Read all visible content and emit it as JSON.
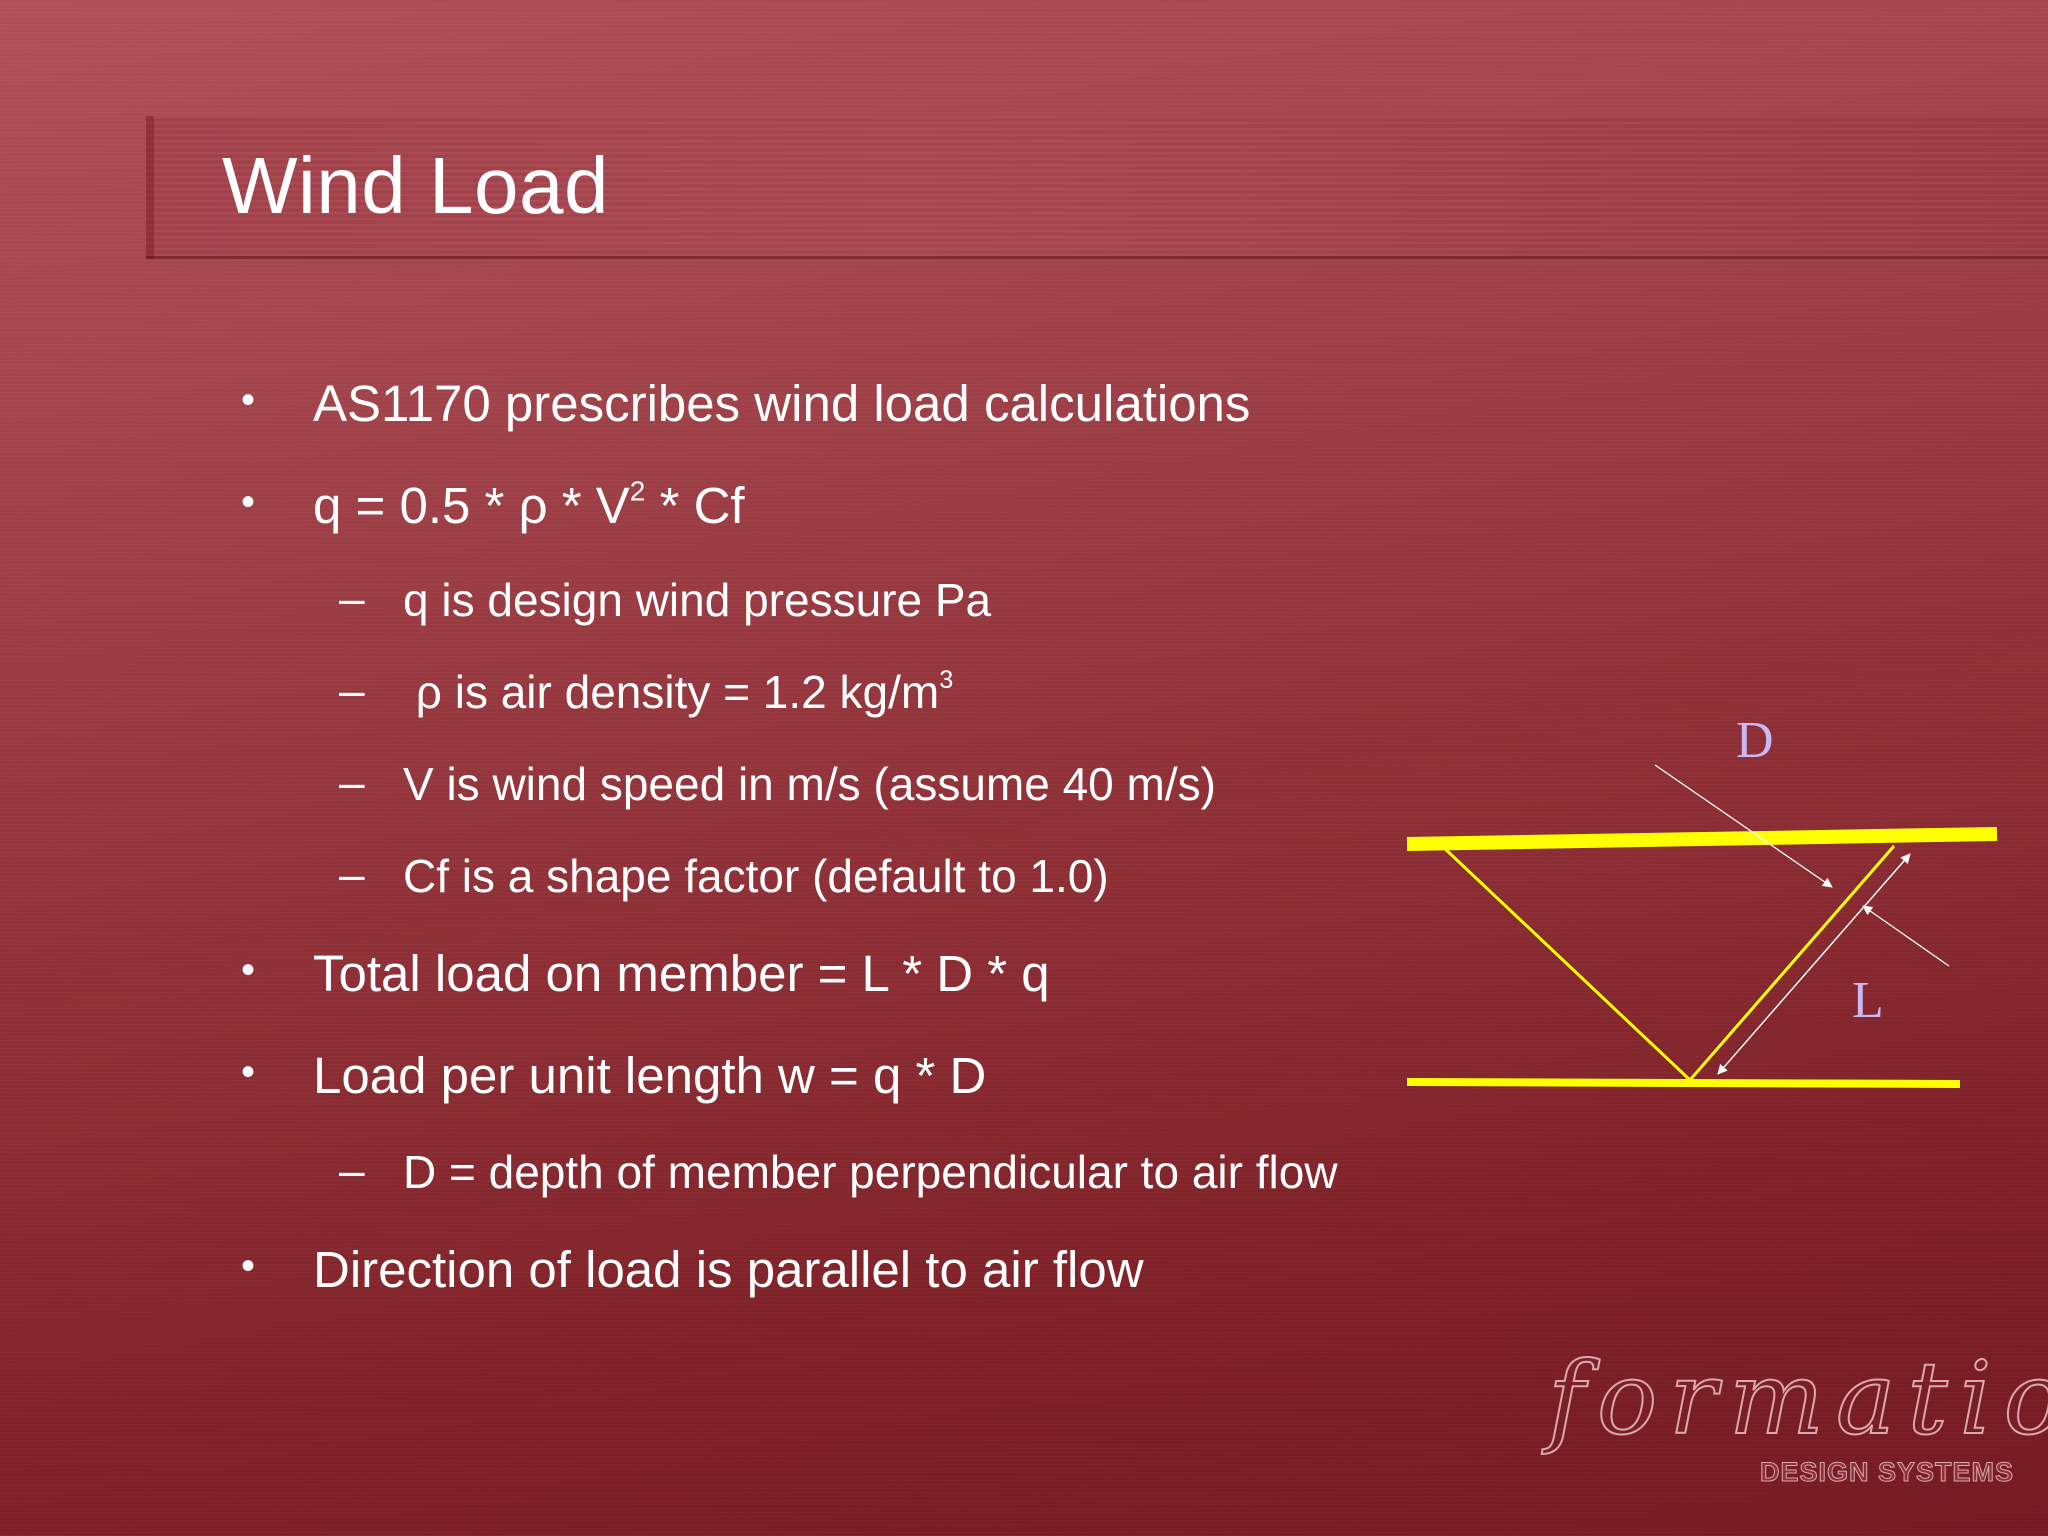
{
  "slide": {
    "title": "Wind Load",
    "bullets": [
      {
        "marker": "•",
        "text": "AS1170 prescribes wind load calculations"
      },
      {
        "marker": "•",
        "text_before": "q = 0.5 * ρ * V",
        "sup": "2",
        "text_after": " * Cf"
      },
      {
        "marker": "–",
        "text": "q is design wind pressure Pa"
      },
      {
        "marker": "–",
        "text_before": " ρ is air density = 1.2 kg/m",
        "sup": "3"
      },
      {
        "marker": "–",
        "text": "V is wind speed in m/s (assume 40 m/s)"
      },
      {
        "marker": "–",
        "text": "Cf is a shape factor (default to 1.0)"
      },
      {
        "marker": "•",
        "text": "Total load on member = L * D * q"
      },
      {
        "marker": "•",
        "text": "Load per unit length w = q * D"
      },
      {
        "marker": "–",
        "text": "D = depth of member perpendicular to air flow"
      },
      {
        "marker": "•",
        "text": "Direction of load is parallel to air flow"
      }
    ]
  },
  "diagram": {
    "label_d": "D",
    "label_l": "L",
    "chord_color": "#ffff00",
    "dimension_color": "#ffffff",
    "label_color": "#c9b8f2"
  },
  "logo": {
    "word": "formation",
    "subtitle": "DESIGN SYSTEMS"
  }
}
